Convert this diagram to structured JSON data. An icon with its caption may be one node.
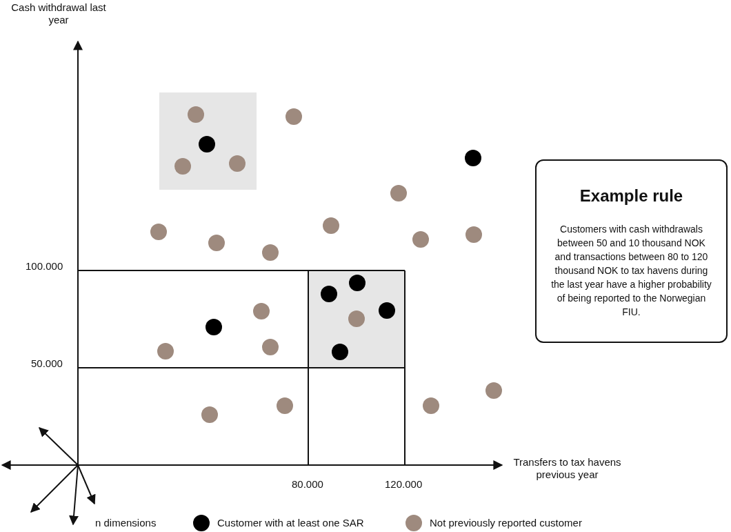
{
  "diagram": {
    "nodes": [
      {
        "text": [
          "Example rule",
          "Customers with cash withdrawals between 50 and 10 thousand NOK and transactions between 80 to 120 thousand NOK to tax havens during the last year have a higher probability of being reported to the Norwegian FIU."
        ]
      }
    ],
    "labels": [
      "Cash withdrawal last year",
      "100.000",
      "50.000",
      "Transfers to tax havens previous year",
      "80.000",
      "120.000",
      "n dimensions"
    ],
    "legend": [
      {
        "text": "Customer with at least one SAR",
        "color": "#000000"
      },
      {
        "text": "Not previously reported customer",
        "color": "#9e8a7e"
      }
    ]
  }
}
